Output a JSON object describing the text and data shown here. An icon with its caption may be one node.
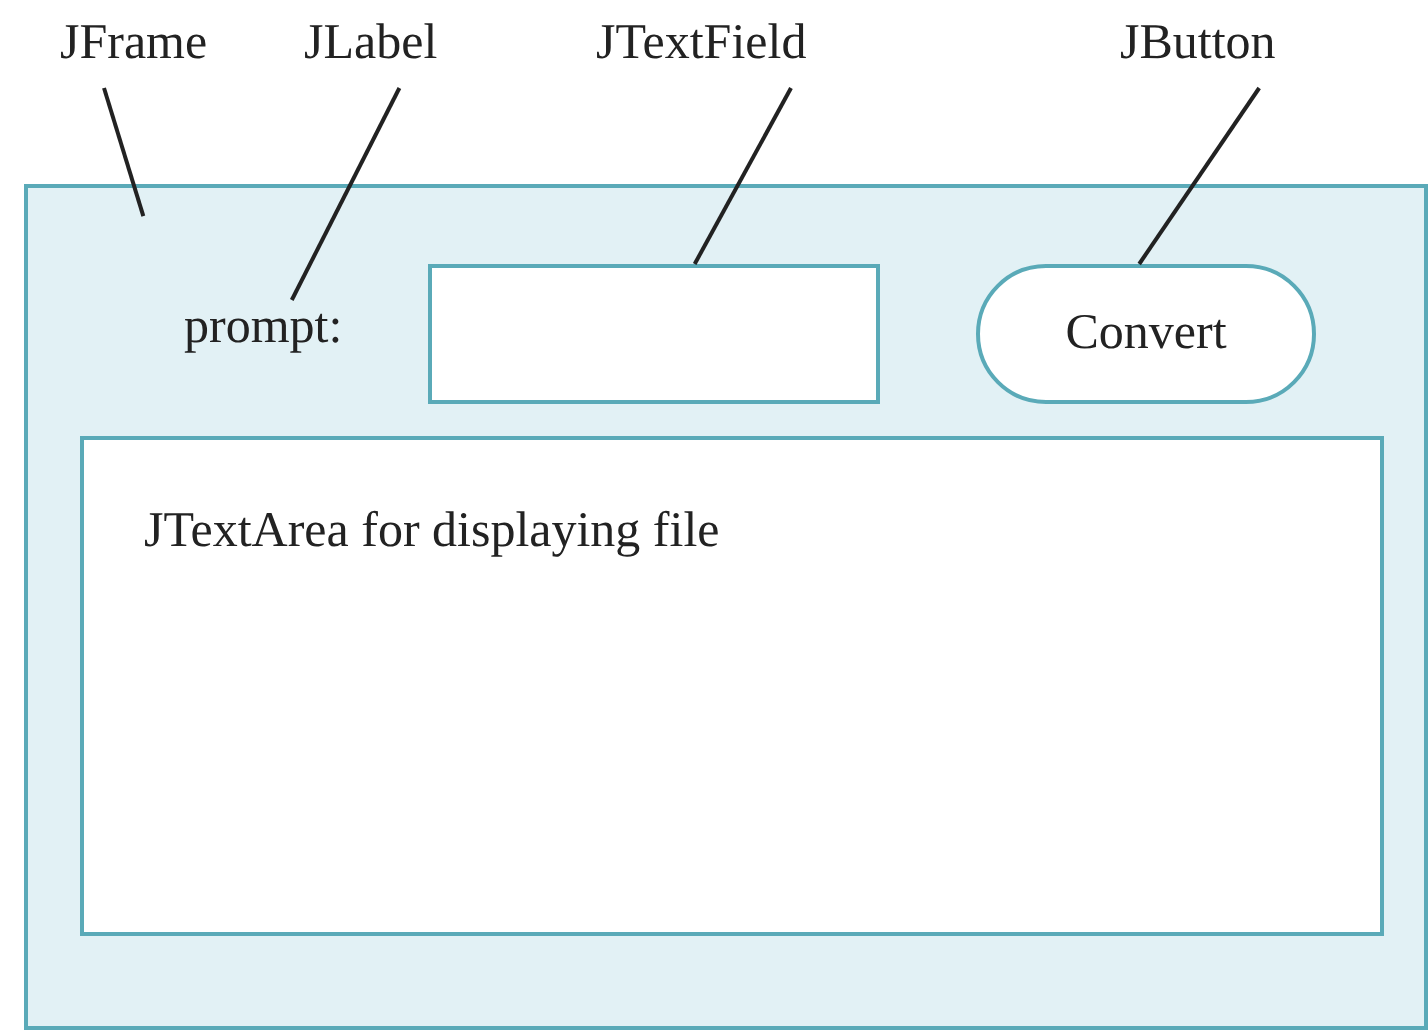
{
  "diagram": {
    "nodes": [
      {
        "text": [
          "JFrame"
        ]
      },
      {
        "text": [
          "JLabel"
        ]
      },
      {
        "text": [
          "JTextField"
        ]
      },
      {
        "text": [
          "JButton"
        ]
      },
      {
        "text": [],
        "shape": "box"
      },
      {
        "text": [
          "prompt:"
        ],
        "in": 4
      },
      {
        "text": [],
        "shape": "box",
        "in": 4
      },
      {
        "text": [
          "Convert"
        ],
        "in": 4
      },
      {
        "text": [
          "JTextArea for displaying file"
        ],
        "in": 4
      }
    ],
    "edges": [
      {
        "from": 0,
        "to": 4,
        "arrow": "none"
      },
      {
        "from": 1,
        "to": 5,
        "arrow": "none"
      },
      {
        "from": 2,
        "to": 6,
        "arrow": "none"
      },
      {
        "from": 3,
        "to": 7,
        "arrow": "none"
      }
    ]
  }
}
